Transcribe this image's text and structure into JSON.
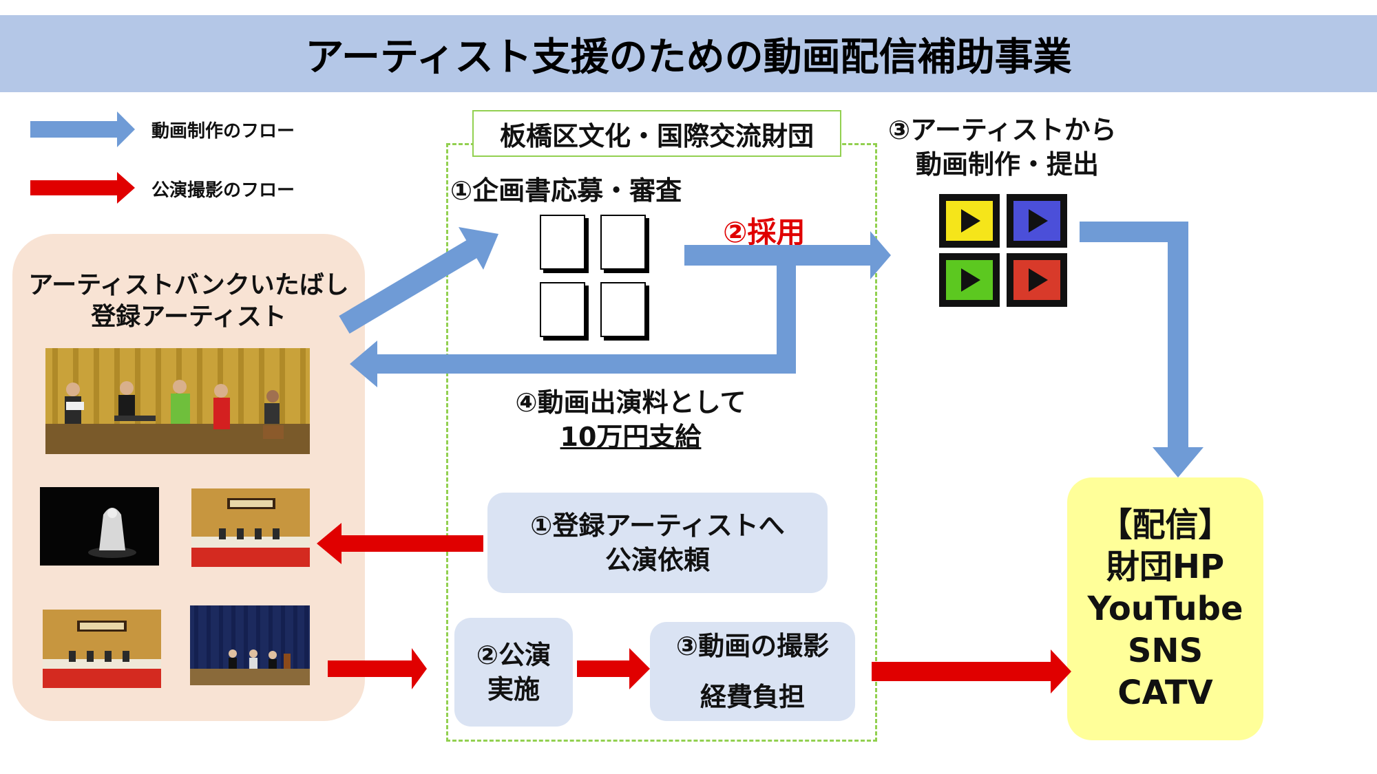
{
  "title": "アーティスト支援のための動画配信補助事業",
  "legend": {
    "blue_label": "動画制作のフロー",
    "red_label": "公演撮影のフロー",
    "blue_color": "#6f9bd6",
    "red_color": "#e00000"
  },
  "artist_panel": {
    "line1": "アーティストバンクいたばし",
    "line2": "登録アーティスト"
  },
  "foundation": {
    "label": "板橋区文化・国際交流財団"
  },
  "video_flow": {
    "step1": "①企画書応募・審査",
    "step2": "②採用",
    "step3_line1": "③アーティストから",
    "step3_line2": "動画制作・提出",
    "step4_line1": "④動画出演料として",
    "step4_line2": "10万円支給"
  },
  "performance_flow": {
    "step1_line1": "①登録アーティストへ",
    "step1_line2": "公演依頼",
    "step2_line1": "②公演",
    "step2_line2": "実施",
    "step3_line1": "③動画の撮影",
    "step3_line2": "経費負担"
  },
  "distribution": {
    "heading": "【配信】",
    "channels": [
      "財団HP",
      "YouTube",
      "SNS",
      "CATV"
    ]
  },
  "icons": {
    "video_tiles": [
      "video-yellow-icon",
      "video-blue-icon",
      "video-green-icon",
      "video-red-icon"
    ],
    "tile_colors": [
      "#f5e51a",
      "#4b4fd9",
      "#5cc820",
      "#d83a2a"
    ]
  }
}
